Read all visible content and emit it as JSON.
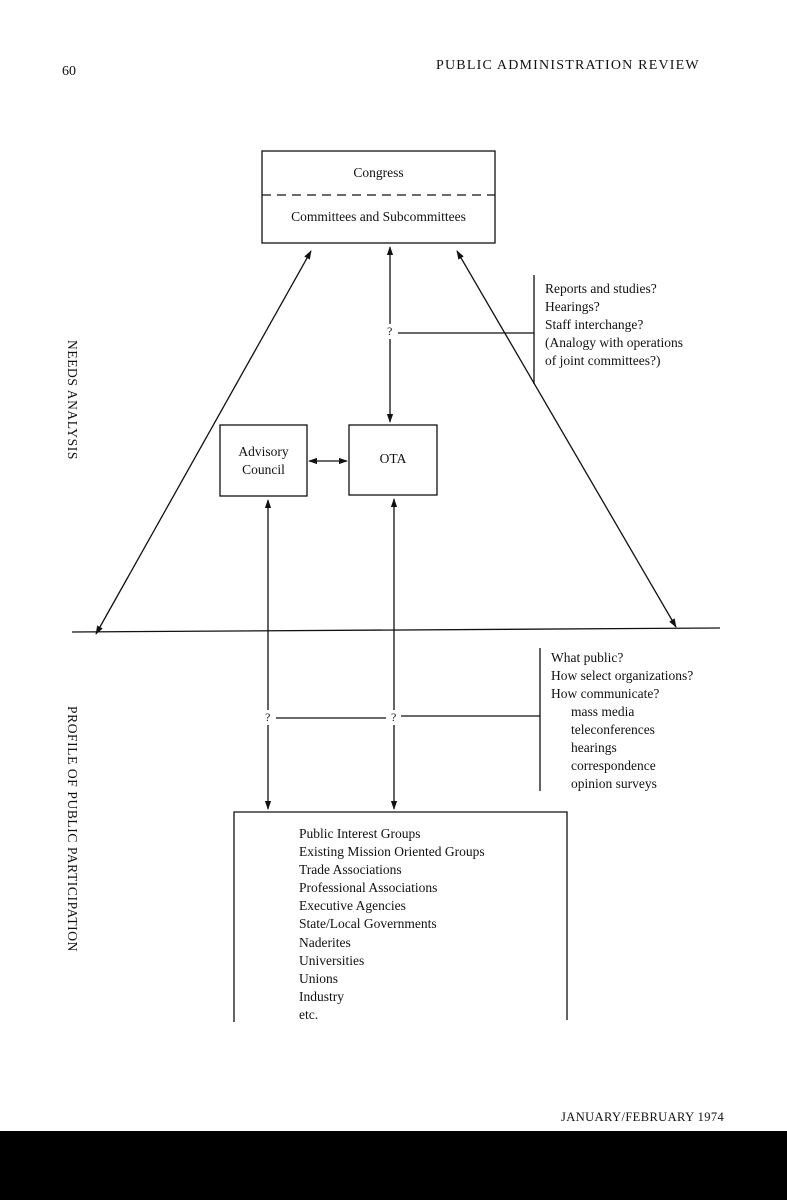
{
  "header": {
    "page_number": "60",
    "journal_title": "PUBLIC ADMINISTRATION REVIEW"
  },
  "footer": {
    "issue_date": "JANUARY/FEBRUARY 1974"
  },
  "side_labels": {
    "upper": "NEEDS ANALYSIS",
    "lower": "PROFILE OF PUBLIC PARTICIPATION"
  },
  "nodes": {
    "congress": "Congress",
    "committees": "Committees and Subcommittees",
    "advisory_council": [
      "Advisory",
      "Council"
    ],
    "ota": "OTA"
  },
  "question_marks": {
    "upper": "?",
    "lower_left": "?",
    "lower_right": "?"
  },
  "upper_notes": [
    "Reports and studies?",
    "Hearings?",
    "Staff interchange?",
    "(Analogy with operations",
    "of joint committees?)"
  ],
  "lower_notes": {
    "questions": [
      "What public?",
      "How select organizations?",
      "How communicate?"
    ],
    "methods": [
      "mass media",
      "teleconferences",
      "hearings",
      "correspondence",
      "opinion surveys"
    ]
  },
  "public_groups": [
    "Public Interest Groups",
    "Existing Mission Oriented Groups",
    "Trade Associations",
    "Professional Associations",
    "Executive Agencies",
    "State/Local Governments",
    "Naderites",
    "Universities",
    "Unions",
    "Industry",
    "etc."
  ]
}
